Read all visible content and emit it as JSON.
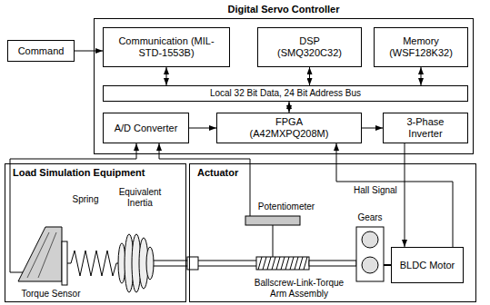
{
  "diagram": {
    "nodes": [
      {
        "text": [
          "Digital Servo Controller"
        ]
      },
      {
        "text": [
          "Command"
        ]
      },
      {
        "text": [
          "Communication (MIL-STD-1553B)"
        ],
        "in": 0
      },
      {
        "text": [
          "DSP (SMQ320C32)"
        ],
        "in": 0
      },
      {
        "text": [
          "Memory (WSF128K32)"
        ],
        "in": 0
      },
      {
        "text": [
          "Local 32 Bit Data, 24 Bit Address Bus"
        ],
        "in": 0
      },
      {
        "text": [
          "A/D Converter"
        ],
        "in": 0
      },
      {
        "text": [
          "FPGA (A42MXPQ208M)"
        ],
        "in": 0
      },
      {
        "text": [
          "3-Phase Inverter"
        ],
        "in": 0
      },
      {
        "text": [
          "Load Simulation Equipment"
        ]
      },
      {
        "text": [
          "Actuator"
        ]
      },
      {
        "text": [
          "BLDC Motor"
        ],
        "in": 10
      }
    ],
    "edges": [
      {
        "from": 1,
        "to": 2,
        "arrow": "to"
      },
      {
        "from": 2,
        "to": 5,
        "arrow": "both"
      },
      {
        "from": 3,
        "to": 5,
        "arrow": "both"
      },
      {
        "from": 4,
        "to": 5,
        "arrow": "both"
      },
      {
        "from": 5,
        "to": 7,
        "arrow": "both"
      },
      {
        "from": 6,
        "to": 7,
        "arrow": "to"
      },
      {
        "from": 7,
        "to": 8,
        "arrow": "to"
      },
      {
        "from": 8,
        "to": 11,
        "arrow": "to"
      },
      {
        "from": 11,
        "to": 7,
        "arrow": "to",
        "label": "Hall Signal"
      }
    ],
    "labels": [
      "Spring",
      "Equivalent Inertia",
      "Torque Sensor",
      "Potentiometer",
      "Gears",
      "Ballscrew-Link-Torque Arm Assembly"
    ]
  }
}
